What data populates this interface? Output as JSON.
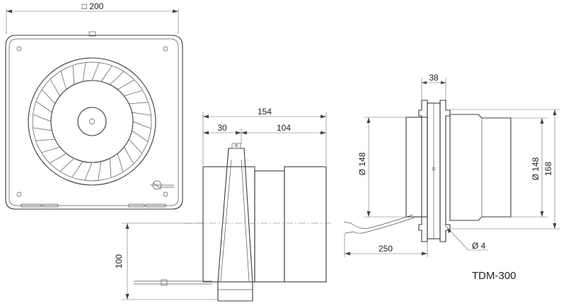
{
  "title": "TDM-300",
  "front_view": {
    "width_label": "□ 200"
  },
  "side_view": {
    "overall_length_label": "154",
    "front_part_label": "30",
    "duct_part_label": "104",
    "height_label": "100"
  },
  "mount_view": {
    "flange_label": "38",
    "duct_diameter_left_label": "Ø 148",
    "duct_diameter_right_label": "Ø 148",
    "flange_height_label": "168",
    "cable_length_label": "250",
    "hole_label": "Ø 4"
  }
}
